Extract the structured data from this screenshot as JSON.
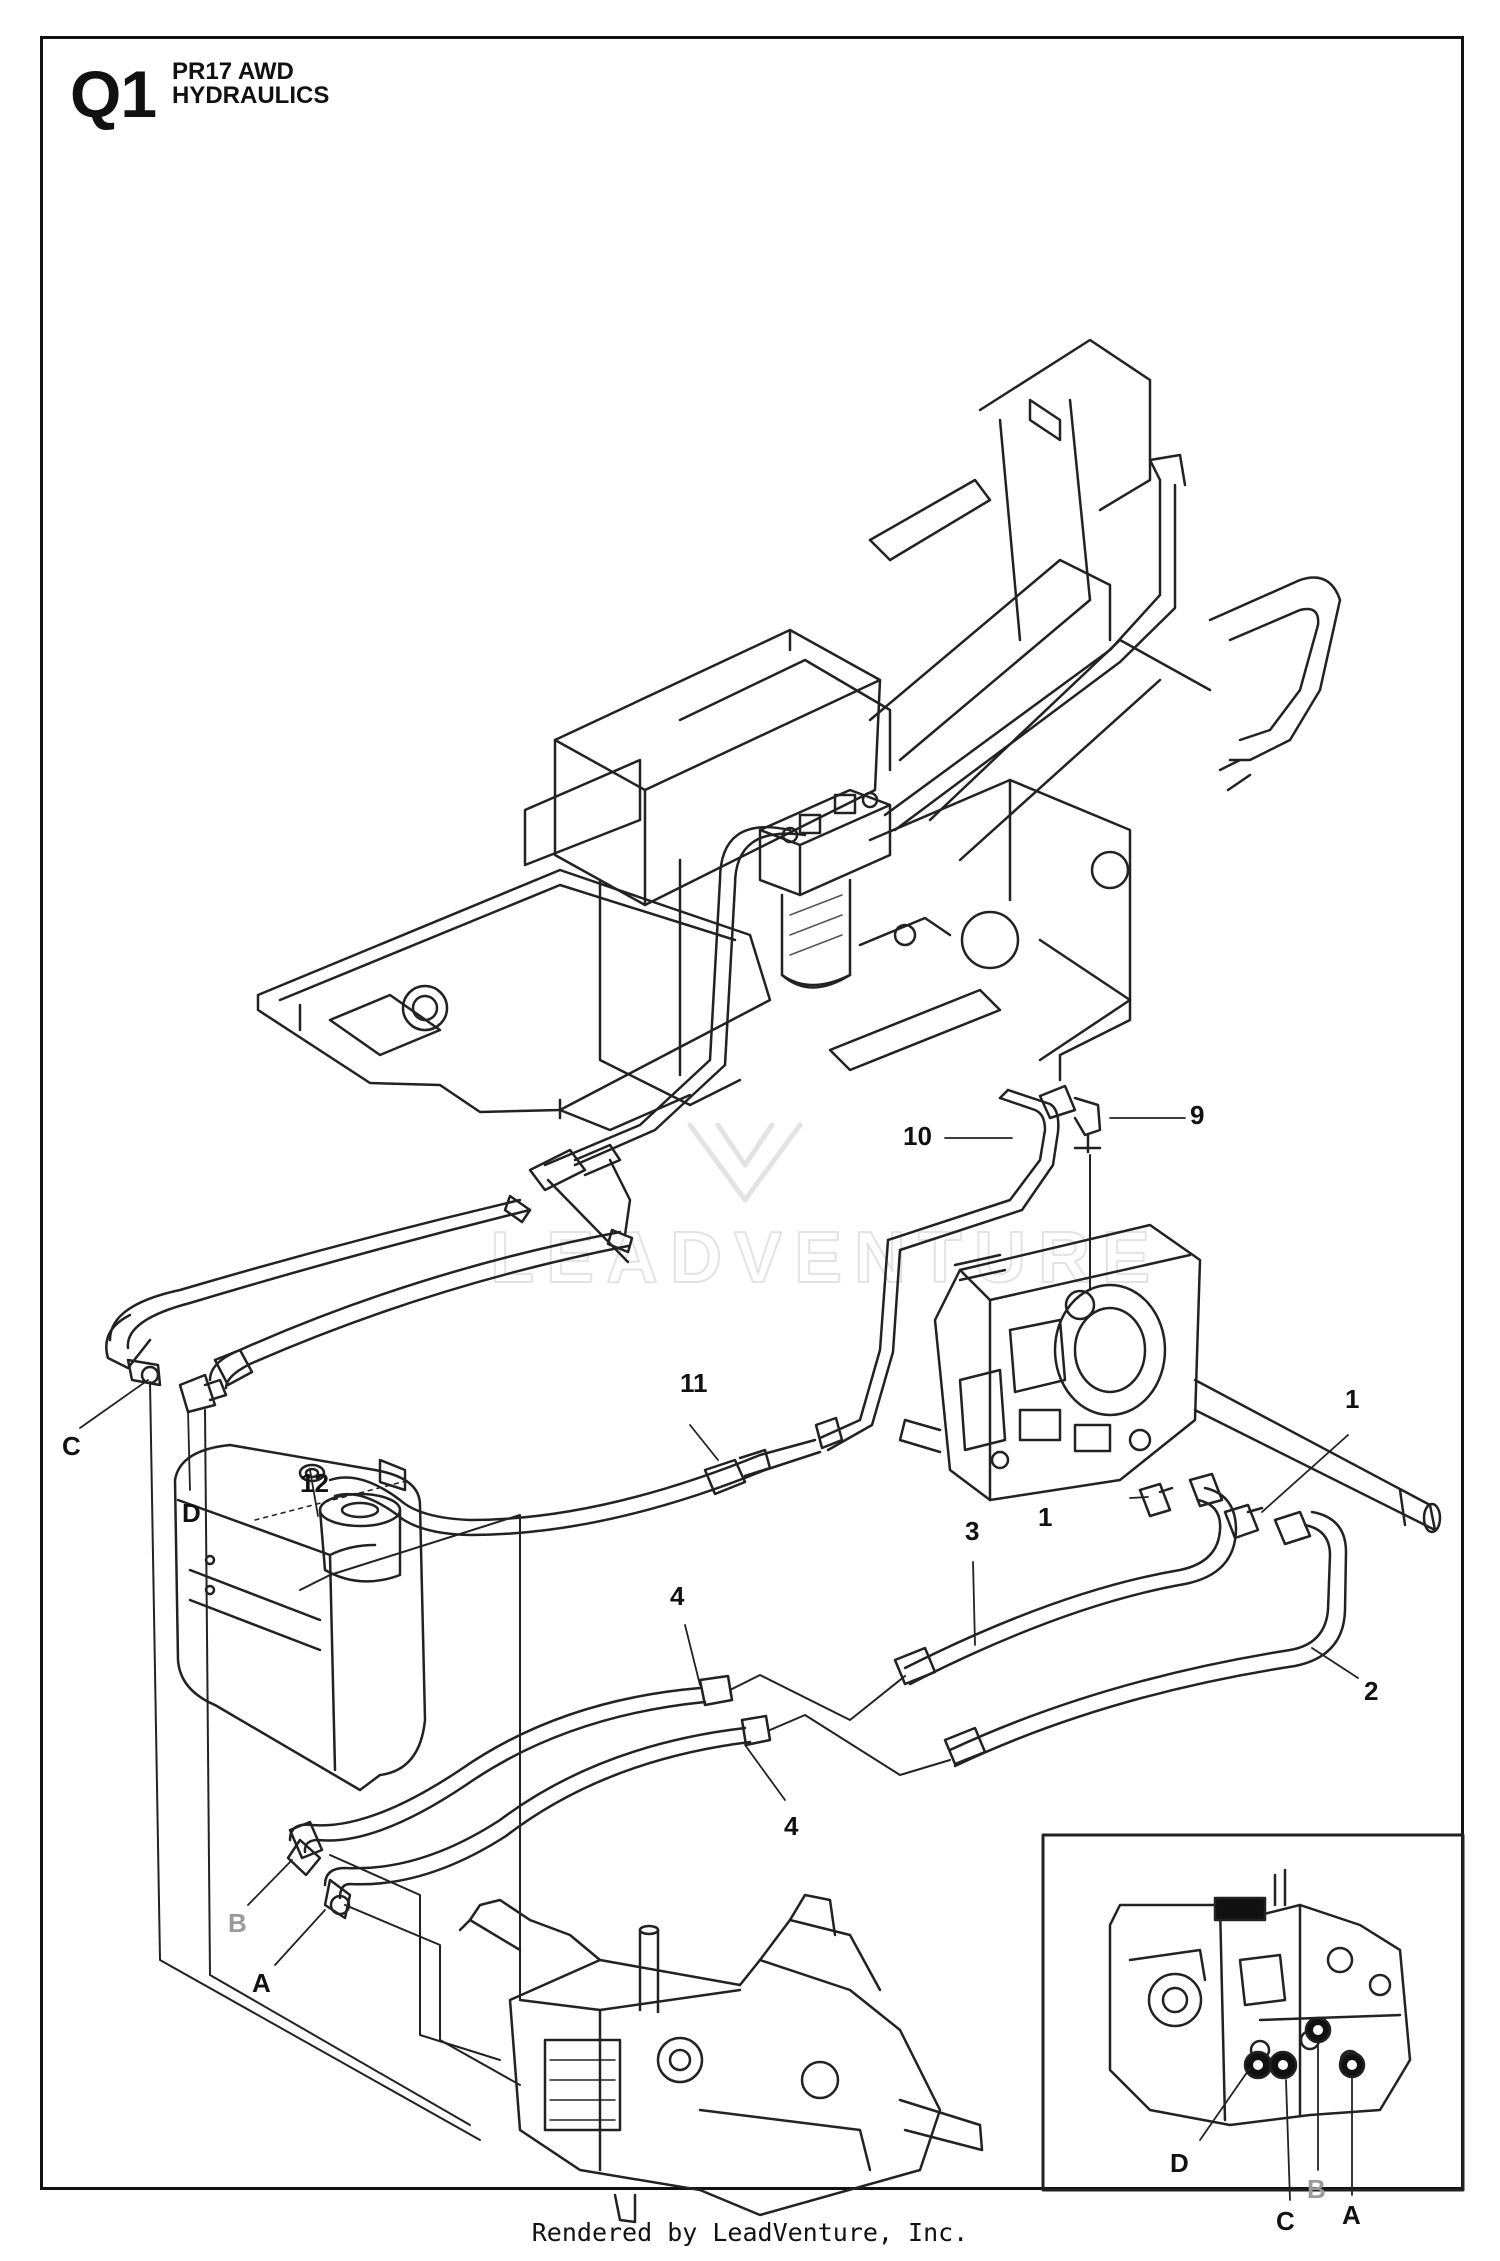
{
  "header": {
    "section_id": "Q1",
    "title_line1": "PR17 AWD",
    "title_line2": "HYDRAULICS"
  },
  "footer": {
    "text": "Rendered by LeadVenture, Inc."
  },
  "watermark": {
    "text": "LEADVENTURE"
  },
  "callouts": {
    "c1a": "1",
    "c1b": "1",
    "c2": "2",
    "c3": "3",
    "c4a": "4",
    "c4b": "4",
    "c9": "9",
    "c10": "10",
    "c11": "11",
    "c12": "12",
    "ca": "A",
    "cb": "B",
    "cc": "C",
    "cd": "D",
    "inset_a": "A",
    "inset_b": "B",
    "inset_c": "C",
    "inset_d": "D"
  }
}
